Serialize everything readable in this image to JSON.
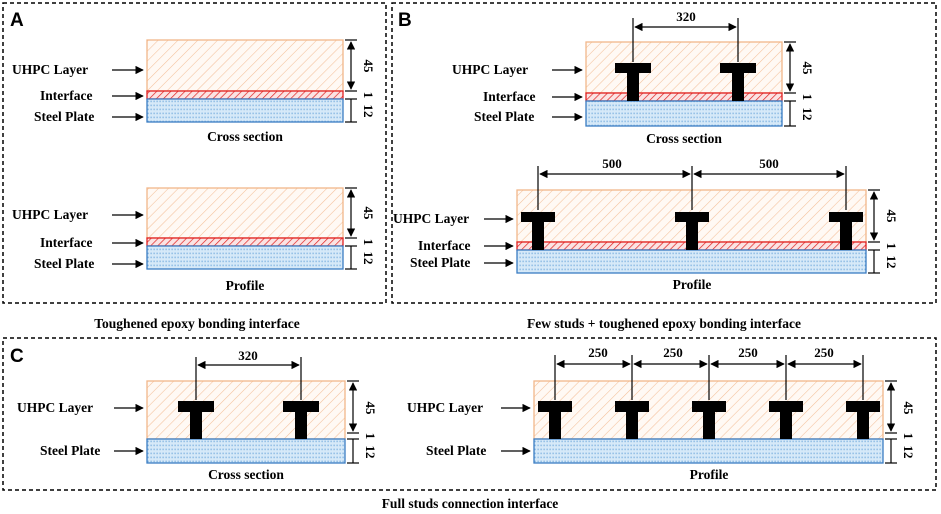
{
  "labels": {
    "uhpc_layer": "UHPC Layer",
    "interface": "Interface",
    "steel_plate": "Steel Plate",
    "cross_section": "Cross section",
    "profile": "Profile"
  },
  "panels": {
    "a": {
      "letter": "A",
      "caption": "Toughened epoxy bonding interface",
      "dims": {
        "uhpc": "45",
        "interface": "1",
        "steel": "12"
      }
    },
    "b": {
      "letter": "B",
      "caption": "Few studs + toughened epoxy bonding interface",
      "cross_spacing": "320",
      "profile_spacings": [
        "500",
        "500"
      ],
      "dims": {
        "uhpc": "45",
        "interface": "1",
        "steel": "12"
      }
    },
    "c": {
      "letter": "C",
      "caption": "Full studs connection interface",
      "cross_spacing": "320",
      "profile_spacings": [
        "250",
        "250",
        "250",
        "250"
      ],
      "dims": {
        "uhpc": "45",
        "interface": "1",
        "steel": "12"
      }
    }
  },
  "colors": {
    "uhpc_hatch": "#f2b78a",
    "interface_red": "#e02020",
    "steel_blue": "#3a7cc2",
    "stud": "#000000"
  }
}
